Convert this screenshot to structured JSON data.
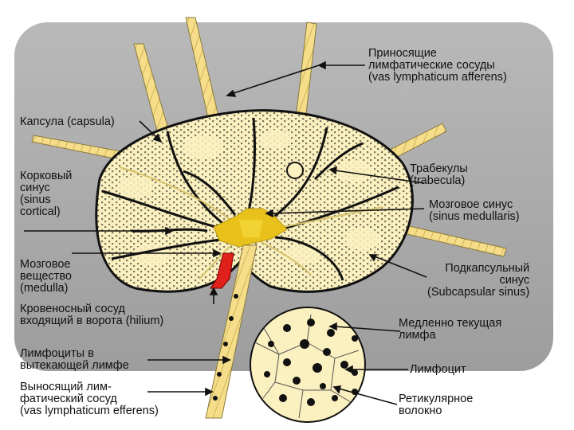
{
  "labels": {
    "afferens": "Приносящие\nлимфатические сосуды\n(vas lymphaticum afferens)",
    "capsula": "Капсула (capsula)",
    "cortical": "Корковый\nсинус\n(sinus\ncortical)",
    "trabecula": "Трабекулы\n(trabecula)",
    "medullaris": "Мозговое синус\n(sinus medullaris)",
    "medulla": "Мозговое\nвещество\n(medulla)",
    "subcapsular": "Подкапсульный\nсинус\n(Subcapsular sinus)",
    "hilum": "Кровеносный сосуд\nвходящий в ворота (hilium)",
    "slow_lymph": "Медленно текущая\nлимфа",
    "lymphocytes_efferent": "Лимфоциты в\nвытекающей лимфе",
    "lymphocyte": "Лимфоцит",
    "efferens": "Выносящий лим-\nфатический сосуд\n(vas lymphaticum efferens)",
    "reticular": "Ретикулярное\nволокно"
  },
  "colors": {
    "frame": "#aaaaaa",
    "node_fill": "#fbf0bf",
    "capsule_stroke": "#111111",
    "vessel_fill": "#f5dd8a",
    "hilum_yellow": "#e8c21a",
    "blood_vessel": "#e0211b",
    "cells": "#111111"
  }
}
